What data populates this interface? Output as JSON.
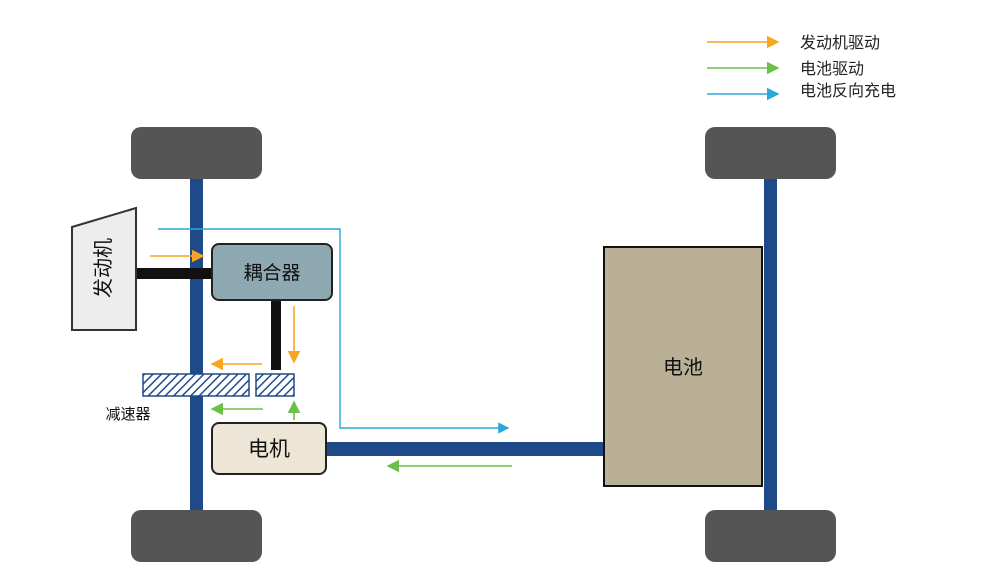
{
  "legend": {
    "engine_drive": "发动机驱动",
    "battery_drive": "电池驱动",
    "battery_regen": "电池反向充电"
  },
  "components": {
    "engine": "发动机",
    "coupler": "耦合器",
    "reducer": "减速器",
    "motor": "电机",
    "battery": "电池"
  },
  "colors": {
    "engine_flow": "#f5a623",
    "battery_flow": "#6cc04a",
    "regen_flow": "#2aa8d8",
    "axle": "#1f4a8a",
    "wheel": "#555555",
    "shaft": "#111111",
    "coupler_fill": "#8fa9b3",
    "motor_fill": "#ede6d6",
    "battery_fill": "#b9b096",
    "engine_fill": "#ededed"
  }
}
